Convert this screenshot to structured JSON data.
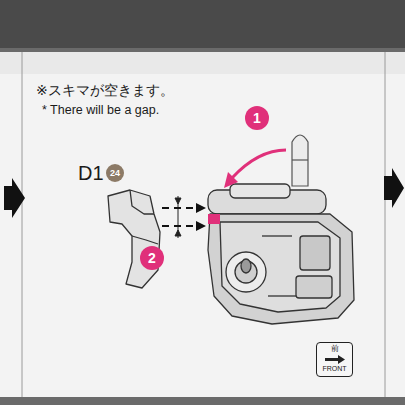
{
  "diagram": {
    "nodes": [
      {
        "text": [
          "前",
          "FRONT"
        ]
      }
    ],
    "labels": [
      "※スキマが空きます。",
      "* There will be a gap.",
      "D1",
      "24",
      "1",
      "2"
    ]
  }
}
